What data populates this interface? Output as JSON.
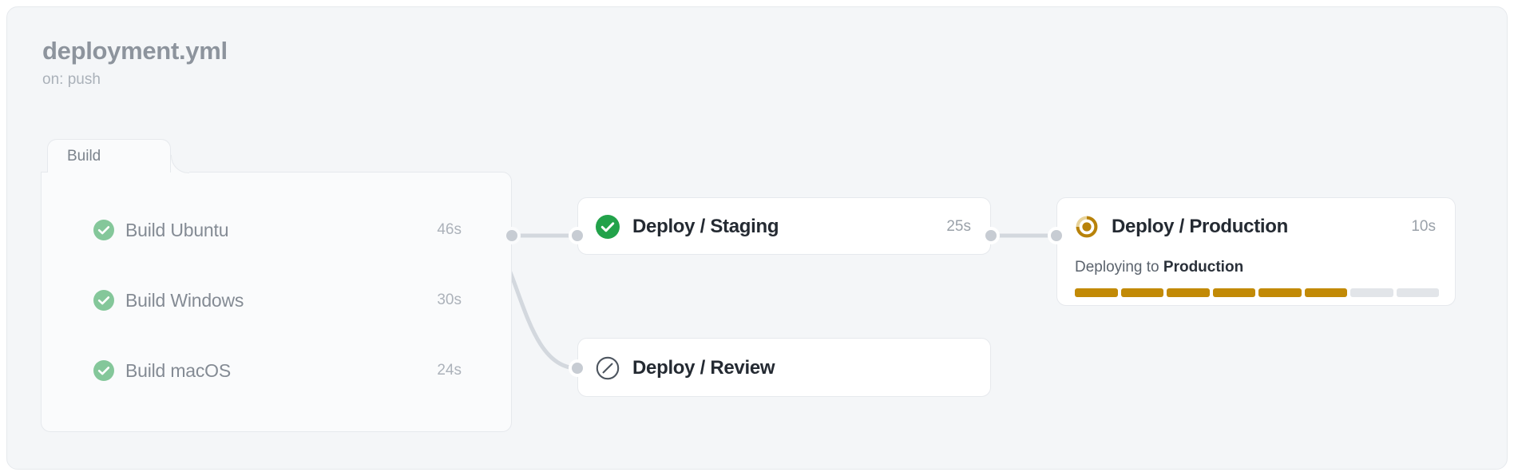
{
  "workflow": {
    "title": "deployment.yml",
    "trigger": "on: push"
  },
  "colors": {
    "canvas_bg": "#f4f6f8",
    "panel_bg": "#fafbfc",
    "node_bg": "#ffffff",
    "border": "#e6e9ed",
    "success_strong": "#22a24a",
    "success_muted": "#84c79a",
    "running_amber": "#c28a06",
    "running_amber_track": "#e8d39a",
    "skipped_gray": "#5b636d",
    "edge_gray": "#d3d8de",
    "dot_gray": "#c7ccd3",
    "progress_empty": "#e2e5e9"
  },
  "build_group": {
    "tab_label": "Build",
    "jobs": [
      {
        "name": "Build Ubuntu",
        "status": "success",
        "status_icon": "check-circle-icon",
        "duration": "46s"
      },
      {
        "name": "Build Windows",
        "status": "success",
        "status_icon": "check-circle-icon",
        "duration": "30s"
      },
      {
        "name": "Build macOS",
        "status": "success",
        "status_icon": "check-circle-icon",
        "duration": "24s"
      }
    ]
  },
  "nodes": {
    "staging": {
      "title": "Deploy / Staging",
      "status": "success",
      "status_icon": "check-circle-icon",
      "duration": "25s"
    },
    "review": {
      "title": "Deploy / Review",
      "status": "skipped",
      "status_icon": "slash-circle-icon",
      "duration": ""
    },
    "production": {
      "title": "Deploy / Production",
      "status": "running",
      "status_icon": "spinner-icon",
      "duration": "10s",
      "status_text_prefix": "Deploying to ",
      "status_text_target": "Production",
      "progress_segments_total": 8,
      "progress_segments_filled": 6
    }
  }
}
